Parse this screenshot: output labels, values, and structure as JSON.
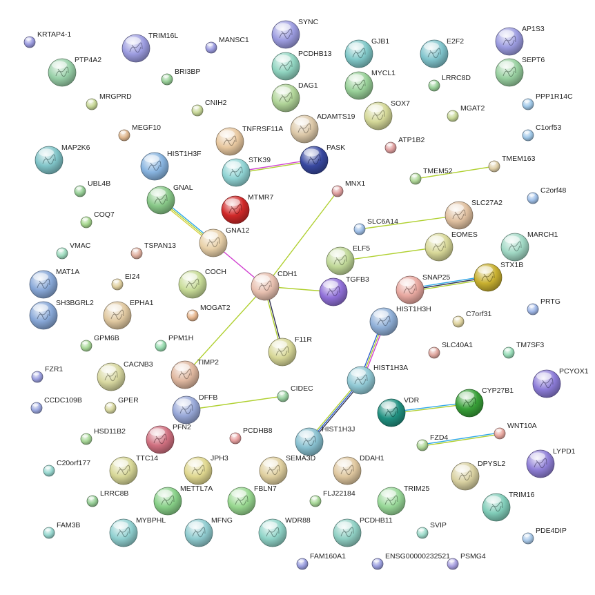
{
  "network": {
    "nodes": [
      {
        "id": "KRTAP4-1",
        "color": "#9c9ce0"
      },
      {
        "id": "TRIM16L",
        "color": "#9c9ce0"
      },
      {
        "id": "MANSC1",
        "color": "#9c9ce0"
      },
      {
        "id": "SYNC",
        "color": "#9c9ce0"
      },
      {
        "id": "PCDHB13",
        "color": "#90d4c0"
      },
      {
        "id": "GJB1",
        "color": "#80c8c8"
      },
      {
        "id": "E2F2",
        "color": "#80c4cc"
      },
      {
        "id": "AP1S3",
        "color": "#9c9ce0"
      },
      {
        "id": "PTP4A2",
        "color": "#98d0a8"
      },
      {
        "id": "BRI3BP",
        "color": "#98d098"
      },
      {
        "id": "MYCL1",
        "color": "#98d098"
      },
      {
        "id": "LRRC8D",
        "color": "#98d098"
      },
      {
        "id": "SEPT6",
        "color": "#98d0a0"
      },
      {
        "id": "DAG1",
        "color": "#b0d498"
      },
      {
        "id": "MRGPRD",
        "color": "#c8d898"
      },
      {
        "id": "CNIH2",
        "color": "#c8d898"
      },
      {
        "id": "SOX7",
        "color": "#d4d898"
      },
      {
        "id": "MGAT2",
        "color": "#c8d898"
      },
      {
        "id": "PPP1R14C",
        "color": "#a0c8e8"
      },
      {
        "id": "ADAMTS19",
        "color": "#dcc8a8"
      },
      {
        "id": "MEGF10",
        "color": "#e0b890"
      },
      {
        "id": "TNFRSF11A",
        "color": "#e8c8a0"
      },
      {
        "id": "ATP1B2",
        "color": "#e0a0a0"
      },
      {
        "id": "C1orf53",
        "color": "#a0c8e8"
      },
      {
        "id": "MAP2K6",
        "color": "#80c4c8"
      },
      {
        "id": "HIST1H3F",
        "color": "#88b4e0"
      },
      {
        "id": "STK39",
        "color": "#90d4d4"
      },
      {
        "id": "PASK",
        "color": "#3848a0"
      },
      {
        "id": "TMEM52",
        "color": "#b0d898"
      },
      {
        "id": "TMEM163",
        "color": "#e0d0a8"
      },
      {
        "id": "UBL4B",
        "color": "#98d098"
      },
      {
        "id": "GNAL",
        "color": "#88c888"
      },
      {
        "id": "MTMR7",
        "color": "#d02828"
      },
      {
        "id": "MNX1",
        "color": "#e0a0a0"
      },
      {
        "id": "C2orf48",
        "color": "#a0c0e8"
      },
      {
        "id": "SLC27A2",
        "color": "#e0c0a0"
      },
      {
        "id": "SLC6A14",
        "color": "#a0c0e8"
      },
      {
        "id": "COQ7",
        "color": "#a8d890"
      },
      {
        "id": "GNA12",
        "color": "#e8d0a8"
      },
      {
        "id": "EOMES",
        "color": "#d8d898"
      },
      {
        "id": "MARCH1",
        "color": "#a0d8c4"
      },
      {
        "id": "VMAC",
        "color": "#a0dcc0"
      },
      {
        "id": "TSPAN13",
        "color": "#e0b0a0"
      },
      {
        "id": "ELF5",
        "color": "#c0d898"
      },
      {
        "id": "STX1B",
        "color": "#c8b030"
      },
      {
        "id": "MAT1A",
        "color": "#88a8d8"
      },
      {
        "id": "CDH1",
        "color": "#e8c0b0"
      },
      {
        "id": "COCH",
        "color": "#c8dc98"
      },
      {
        "id": "EI24",
        "color": "#e0d0a0"
      },
      {
        "id": "SNAP25",
        "color": "#e8a8a0"
      },
      {
        "id": "TGFB3",
        "color": "#9070d8"
      },
      {
        "id": "PRTG",
        "color": "#a0b8e8"
      },
      {
        "id": "SH3BGRL2",
        "color": "#88a8d8"
      },
      {
        "id": "EPHA1",
        "color": "#e0c8a0"
      },
      {
        "id": "MOGAT2",
        "color": "#e8b890"
      },
      {
        "id": "HIST1H3H",
        "color": "#90b0d8"
      },
      {
        "id": "C7orf31",
        "color": "#e0d4a0"
      },
      {
        "id": "GPM6B",
        "color": "#a8d898"
      },
      {
        "id": "PPM1H",
        "color": "#98dcb0"
      },
      {
        "id": "F11R",
        "color": "#d8d898"
      },
      {
        "id": "SLC40A1",
        "color": "#e0a8a0"
      },
      {
        "id": "TM7SF3",
        "color": "#98dcb8"
      },
      {
        "id": "FZR1",
        "color": "#9ca0e0"
      },
      {
        "id": "CACNB3",
        "color": "#d8d8a0"
      },
      {
        "id": "TIMP2",
        "color": "#e0b8a0"
      },
      {
        "id": "HIST1H3A",
        "color": "#90c8d4"
      },
      {
        "id": "PCYOX1",
        "color": "#8c7cd8"
      },
      {
        "id": "CIDEC",
        "color": "#98d0a0"
      },
      {
        "id": "CCDC109B",
        "color": "#9ca8e0"
      },
      {
        "id": "GPER",
        "color": "#d8d8a0"
      },
      {
        "id": "DFFB",
        "color": "#98a8d8"
      },
      {
        "id": "VDR",
        "color": "#209080"
      },
      {
        "id": "CYP27B1",
        "color": "#38a038"
      },
      {
        "id": "PFN2",
        "color": "#d07080"
      },
      {
        "id": "PCDHB8",
        "color": "#e8a0a0"
      },
      {
        "id": "HSD11B2",
        "color": "#a8d898"
      },
      {
        "id": "HIST1H3J",
        "color": "#88c0d0"
      },
      {
        "id": "WNT10A",
        "color": "#e8a8a0"
      },
      {
        "id": "FZD4",
        "color": "#b0d898"
      },
      {
        "id": "C20orf177",
        "color": "#98d8d0"
      },
      {
        "id": "TTC14",
        "color": "#d8d898"
      },
      {
        "id": "JPH3",
        "color": "#e0d890"
      },
      {
        "id": "SEMA3D",
        "color": "#e0d0a0"
      },
      {
        "id": "DDAH1",
        "color": "#e0c8a0"
      },
      {
        "id": "DPYSL2",
        "color": "#d8d0a0"
      },
      {
        "id": "LYPD1",
        "color": "#9080d8"
      },
      {
        "id": "LRRC8B",
        "color": "#98d098"
      },
      {
        "id": "METTL7A",
        "color": "#88d088"
      },
      {
        "id": "FBLN7",
        "color": "#98d890"
      },
      {
        "id": "FLJ22184",
        "color": "#a8d898"
      },
      {
        "id": "TRIM25",
        "color": "#98d898"
      },
      {
        "id": "TRIM16",
        "color": "#80ccb8"
      },
      {
        "id": "FAM3B",
        "color": "#98d8d0"
      },
      {
        "id": "MYBPHL",
        "color": "#90d0d0"
      },
      {
        "id": "MFNG",
        "color": "#90ccd0"
      },
      {
        "id": "WDR88",
        "color": "#90d4c8"
      },
      {
        "id": "PCDHB11",
        "color": "#90d0c4"
      },
      {
        "id": "SVIP",
        "color": "#a0dccc"
      },
      {
        "id": "PDE4DIP",
        "color": "#a8c8e8"
      },
      {
        "id": "FAM160A1",
        "color": "#9ca0e0"
      },
      {
        "id": "ENSG00000232521",
        "color": "#9ca0e0"
      },
      {
        "id": "PSMG4",
        "color": "#a8a0e0"
      }
    ],
    "edges": [
      {
        "source": "STK39",
        "target": "PASK",
        "colors": [
          "#d040d0",
          "#b0d030"
        ]
      },
      {
        "source": "GNAL",
        "target": "GNA12",
        "colors": [
          "#30a8e8",
          "#b0d030",
          "#d8d040"
        ]
      },
      {
        "source": "GNA12",
        "target": "CDH1",
        "colors": [
          "#d040d0"
        ]
      },
      {
        "source": "CDH1",
        "target": "MNX1",
        "colors": [
          "#b0d030"
        ]
      },
      {
        "source": "CDH1",
        "target": "TGFB3",
        "colors": [
          "#b0d030"
        ]
      },
      {
        "source": "CDH1",
        "target": "F11R",
        "colors": [
          "#303050",
          "#b0d030"
        ]
      },
      {
        "source": "CDH1",
        "target": "TIMP2",
        "colors": [
          "#b0d030"
        ]
      },
      {
        "source": "TMEM52",
        "target": "TMEM163",
        "colors": [
          "#b0d030"
        ]
      },
      {
        "source": "SLC6A14",
        "target": "SLC27A2",
        "colors": [
          "#b0d030"
        ]
      },
      {
        "source": "ELF5",
        "target": "EOMES",
        "colors": [
          "#b0d030"
        ]
      },
      {
        "source": "SNAP25",
        "target": "STX1B",
        "colors": [
          "#30a8e8",
          "#303050",
          "#b0d030"
        ]
      },
      {
        "source": "HIST1H3H",
        "target": "HIST1H3A",
        "colors": [
          "#d040d0",
          "#b0d030",
          "#3060d0"
        ]
      },
      {
        "source": "HIST1H3A",
        "target": "HIST1H3J",
        "colors": [
          "#303050",
          "#3060d0",
          "#b0d030"
        ]
      },
      {
        "source": "DFFB",
        "target": "CIDEC",
        "colors": [
          "#b0d030"
        ]
      },
      {
        "source": "VDR",
        "target": "CYP27B1",
        "colors": [
          "#30a8e8",
          "#b0d030"
        ]
      },
      {
        "source": "FZD4",
        "target": "WNT10A",
        "colors": [
          "#30a8e8",
          "#b0d030"
        ]
      }
    ]
  }
}
